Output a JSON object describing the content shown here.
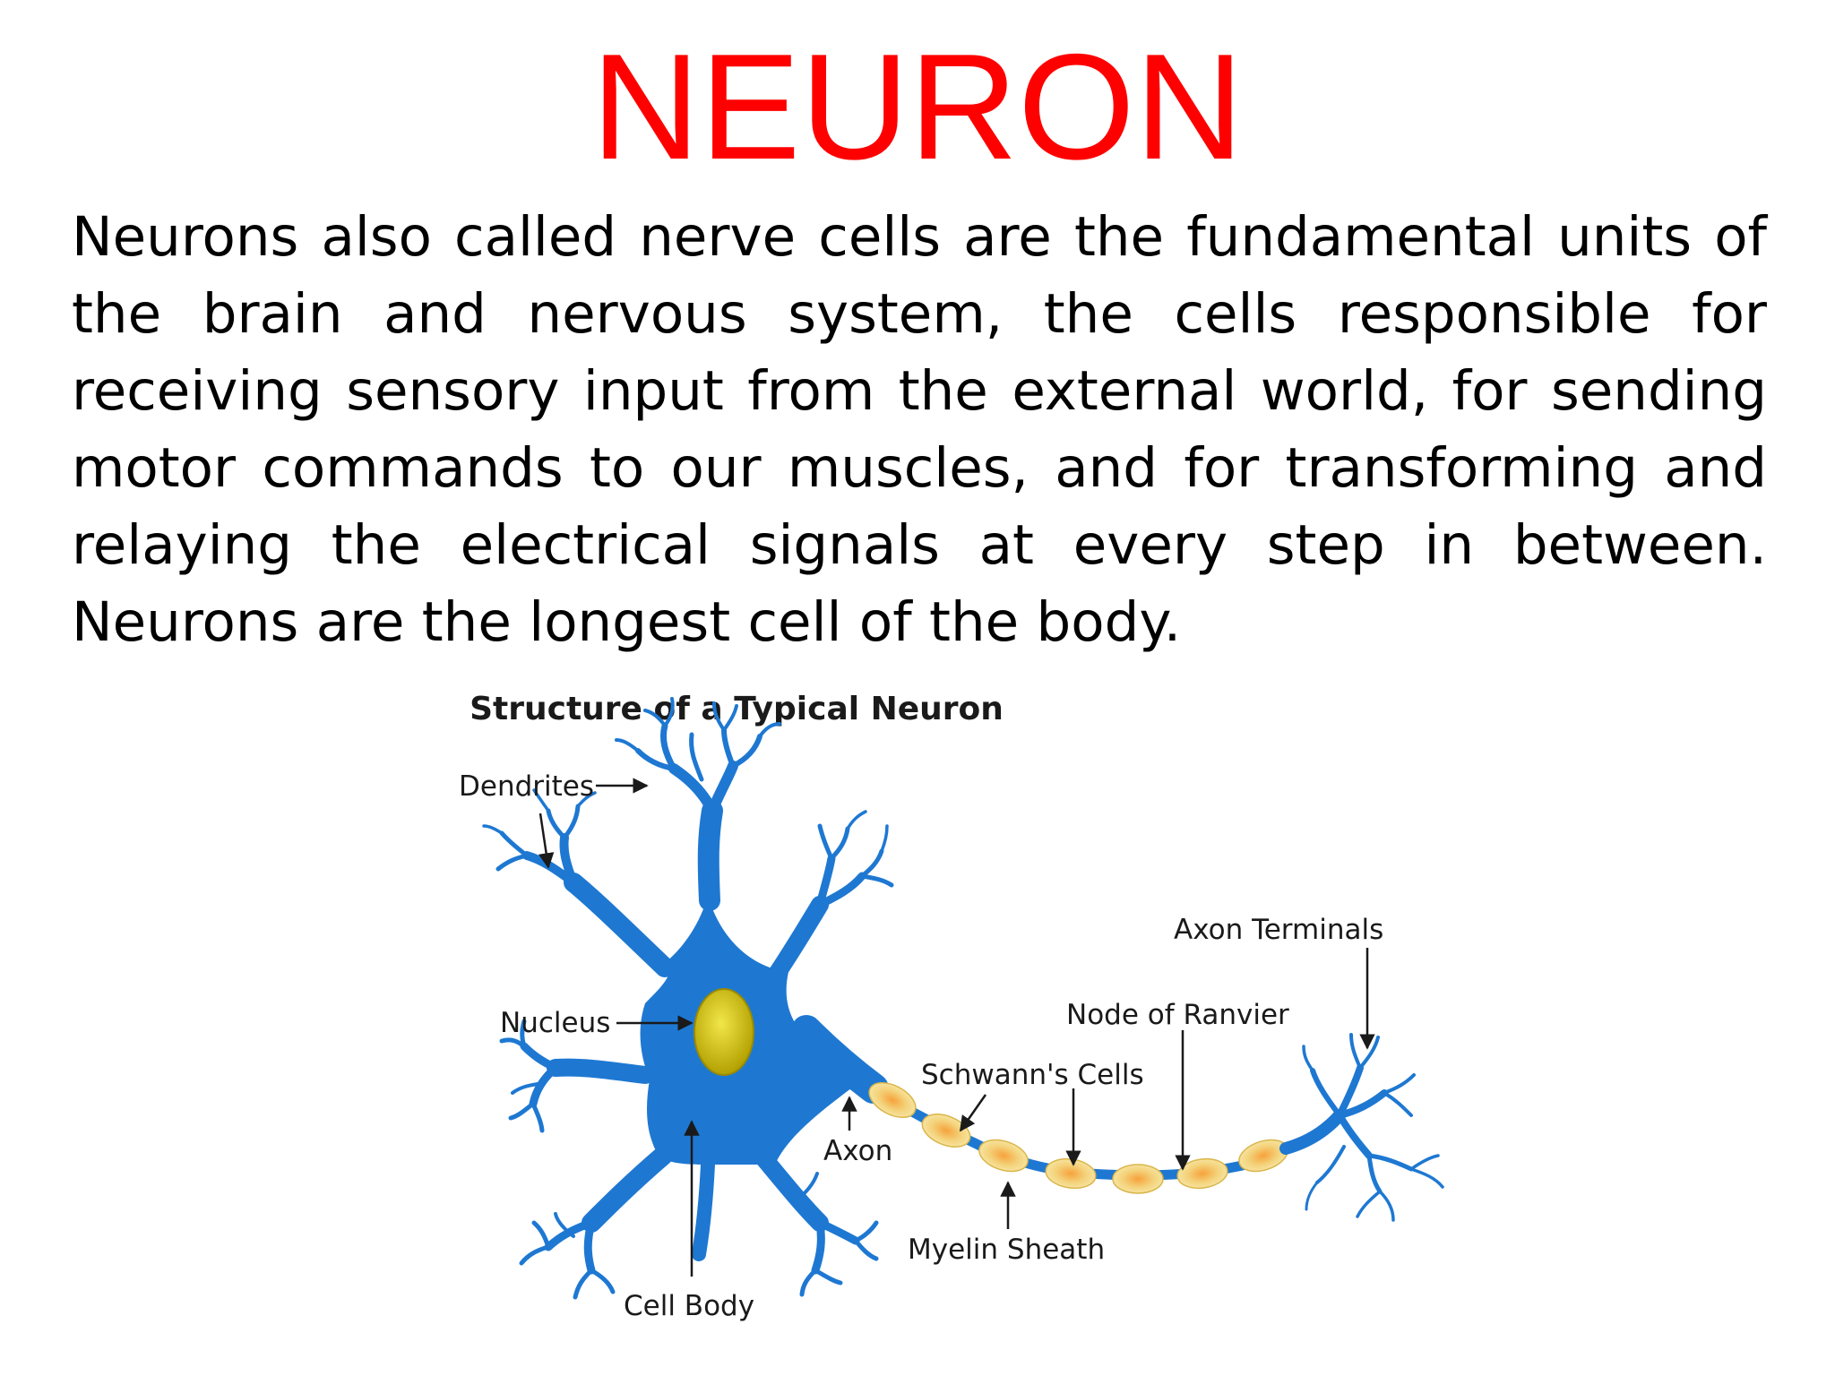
{
  "title": "NEURON",
  "title_color": "#ff0000",
  "body_text": "Neurons also called nerve cells are the fundamental units of the brain and nervous system, the cells responsible for receiving sensory input from the external world, for sending motor commands to our muscles, and for transforming and relaying the electrical signals at every step in between. Neurons are the longest cell of the body.",
  "diagram": {
    "title": "Structure of a Typical Neuron",
    "labels": {
      "dendrites": "Dendrites",
      "nucleus": "Nucleus",
      "cell_body": "Cell Body",
      "axon": "Axon",
      "schwann_cells": "Schwann's Cells",
      "myelin_sheath": "Myelin Sheath",
      "node_of_ranvier": "Node of Ranvier",
      "axon_terminals": "Axon Terminals"
    },
    "colors": {
      "neuron": "#1e78d2",
      "nucleus": "#d6c200",
      "myelin": "#f3e08e",
      "myelin_core": "#f6a23c",
      "label": "#1a1a1a"
    }
  }
}
